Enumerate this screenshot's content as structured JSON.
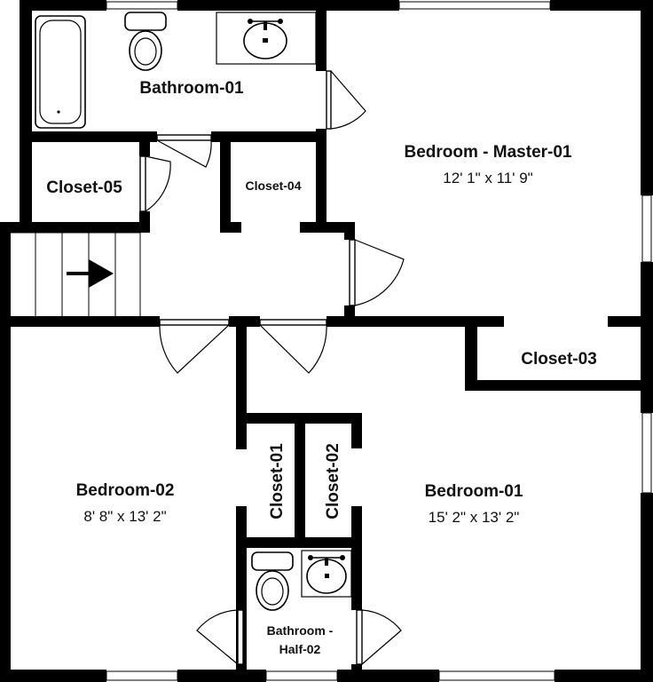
{
  "plan": {
    "wall_color": "#000000",
    "rooms": {
      "bathroom_01": {
        "name": "Bathroom-01"
      },
      "master_bedroom": {
        "name": "Bedroom - Master-01",
        "dimensions": "12' 1\" x 11' 9\""
      },
      "closet_05": {
        "name": "Closet-05"
      },
      "closet_04": {
        "name": "Closet-04"
      },
      "closet_03": {
        "name": "Closet-03"
      },
      "bedroom_02": {
        "name": "Bedroom-02",
        "dimensions": "8' 8\" x 13' 2\""
      },
      "closet_01": {
        "name": "Closet-01"
      },
      "closet_02": {
        "name": "Closet-02"
      },
      "bedroom_01": {
        "name": "Bedroom-01",
        "dimensions": "15' 2\" x 13' 2\""
      },
      "bathroom_half_02": {
        "name_line1": "Bathroom -",
        "name_line2": "Half-02"
      }
    },
    "icons": [
      "toilet-icon",
      "sink-icon",
      "bathtub-icon",
      "stairs-icon",
      "direction-arrow-icon",
      "door-icon",
      "window-icon"
    ]
  }
}
